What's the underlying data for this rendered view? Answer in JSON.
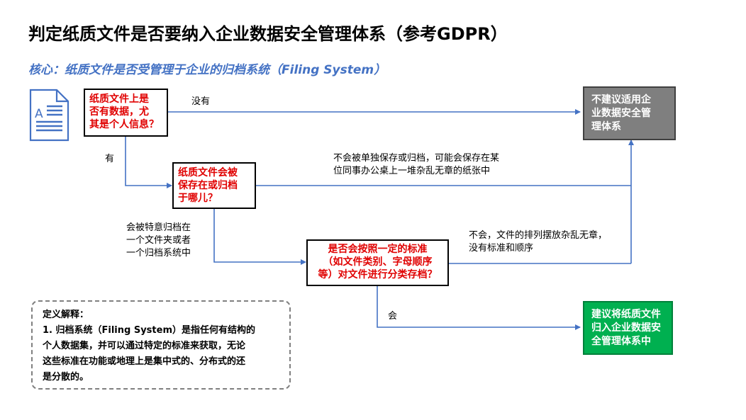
{
  "title": "判定纸质文件是否要纳入企业数据安全管理体系（参考GDPR）",
  "subtitle": "核心：纸质文件是否受管理于企业的归档系统（Filing System）",
  "icons": {
    "document": "document-icon"
  },
  "colors": {
    "connector": "#4472C4",
    "subtitle": "#4472C4",
    "question_text": "#e00000",
    "gray_box": "#7f7f7f",
    "green_box": "#00b050"
  },
  "nodes": {
    "q1": [
      "纸质文件上是",
      "否有数据，尤",
      "其是个人信息？"
    ],
    "q2": [
      "纸质文件会被",
      "保存在或归档",
      "于哪儿？"
    ],
    "q3": [
      "是否会按照一定的标准",
      "（如文件类别、字母顺序",
      "等）对文件进行分类存档？"
    ],
    "result_no": [
      "不建议适用企",
      "业数据安全管",
      "理体系"
    ],
    "result_yes": [
      "建议将纸质文件",
      "归入企业数据安",
      "全管理体系中"
    ]
  },
  "edges": {
    "q1_no": "没有",
    "q1_yes": "有",
    "q2_unfiled": [
      "不会被单独保存或归档，可能会保存在某",
      "位同事办公桌上一堆杂乱无章的纸张中"
    ],
    "q2_filed": [
      "会被特意归档在",
      "一个文件夹或者",
      "一个归档系统中"
    ],
    "q3_no": [
      "不会，文件的排列摆放杂乱无章，",
      "没有标准和顺序"
    ],
    "q3_yes": "会"
  },
  "definition": {
    "heading": "定义解释：",
    "lines": [
      "1. 归档系统（Filing System）是指任何有结构的",
      "个人数据集，并可以通过特定的标准来获取，无论",
      "这些标准在功能或地理上是集中式的、分布式的还",
      "是分散的。"
    ]
  }
}
